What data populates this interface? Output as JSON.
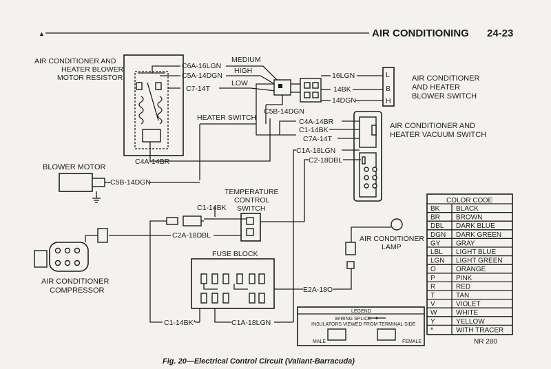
{
  "header": {
    "mark": "▲",
    "section_title": "AIR CONDITIONING",
    "page_number": "24-23"
  },
  "components": {
    "resistor": [
      "AIR CONDITIONER AND",
      "HEATER BLOWER",
      "MOTOR RESISTOR"
    ],
    "blower_switch": [
      "AIR CONDITIONER",
      "AND HEATER",
      "BLOWER SWITCH"
    ],
    "vacuum_switch": [
      "AIR CONDITIONER AND",
      "HEATER VACUUM SWITCH"
    ],
    "heater_switch": "HEATER SWITCH",
    "blower_motor": "BLOWER MOTOR",
    "temp_switch": [
      "TEMPERATURE",
      "CONTROL",
      "SWITCH"
    ],
    "ac_lamp": [
      "AIR CONDITIONER",
      "LAMP"
    ],
    "compressor": [
      "AIR CONDITIONER",
      "COMPRESSOR"
    ],
    "fuse_block": "FUSE BLOCK"
  },
  "speeds": {
    "medium": "MEDIUM",
    "high": "HIGH",
    "low": "LOW"
  },
  "switch_terminals": {
    "l": "L",
    "b": "B",
    "h": "H"
  },
  "wires": {
    "c6a": "C6A-16LGN",
    "c5a": "C5A-14DGN",
    "c7": "C7-14T",
    "c5b_top": "C5B-14DGN",
    "lgn16": "16LGN",
    "bk14": "14BK",
    "dgn14": "14DGN",
    "c4a_top": "C4A-14BR",
    "c1_top": "C1-14BK",
    "c7a": "C7A-14T",
    "c1a_top": "C1A-18LGN",
    "c2_top": "C2-18DBL",
    "c4a_bottom": "C4A-14BR",
    "c5b_motor": "C5B-14DGN",
    "c1_temp": "C1-14BK",
    "c2a": "C2A-18DBL",
    "e2a": "E2A-18O",
    "c1_bottom": "C1-14BK*",
    "c1a_bottom": "C1A-18LGN"
  },
  "legend": {
    "title": "LEGEND",
    "splice": "WIRING SPLICE",
    "note": "INSULATORS VIEWED FROM TERMINAL SIDE",
    "male": "MALE",
    "female": "FEMALE"
  },
  "color_code": {
    "title": "COLOR CODE",
    "rows": [
      {
        "code": "BK",
        "color": "BLACK"
      },
      {
        "code": "BR",
        "color": "BROWN"
      },
      {
        "code": "DBL",
        "color": "DARK BLUE"
      },
      {
        "code": "DGN",
        "color": "DARK GREEN"
      },
      {
        "code": "GY",
        "color": "GRAY"
      },
      {
        "code": "LBL",
        "color": "LIGHT BLUE"
      },
      {
        "code": "LGN",
        "color": "LIGHT GREEN"
      },
      {
        "code": "O",
        "color": "ORANGE"
      },
      {
        "code": "P",
        "color": "PINK"
      },
      {
        "code": "R",
        "color": "RED"
      },
      {
        "code": "T",
        "color": "TAN"
      },
      {
        "code": "V",
        "color": "VIOLET"
      },
      {
        "code": "W",
        "color": "WHITE"
      },
      {
        "code": "Y",
        "color": "YELLOW"
      },
      {
        "code": "*",
        "color": "WITH TRACER"
      }
    ]
  },
  "figure_ref": "NR 280",
  "caption": "Fig. 20—Electrical Control Circuit (Valiant-Barracuda)"
}
